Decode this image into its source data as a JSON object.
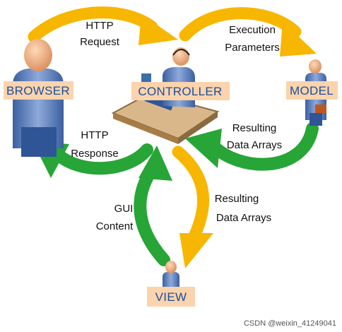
{
  "nodes": {
    "browser": "BROWSER",
    "controller": "CONTROLLER",
    "model": "MODEL",
    "view": "VIEW"
  },
  "flows": {
    "browser_to_controller": [
      "HTTP",
      "Request"
    ],
    "controller_to_model": [
      "Execution",
      "Parameters"
    ],
    "model_to_controller": [
      "Resulting",
      "Data Arrays"
    ],
    "controller_to_view": [
      "Resulting",
      "Data Arrays"
    ],
    "view_to_controller": [
      "GUI",
      "Content"
    ],
    "controller_to_browser": [
      "HTTP",
      "Response"
    ]
  },
  "colors": {
    "request_arrow": "#f7b600",
    "response_arrow": "#27a536",
    "label_box": "#fbd3ad",
    "label_text": "#1a4f9c",
    "person_body": "#6f8fc4",
    "person_head": "#f0b58a",
    "desk": "#d9b78a"
  },
  "watermark": "CSDN @weixin_41249041"
}
